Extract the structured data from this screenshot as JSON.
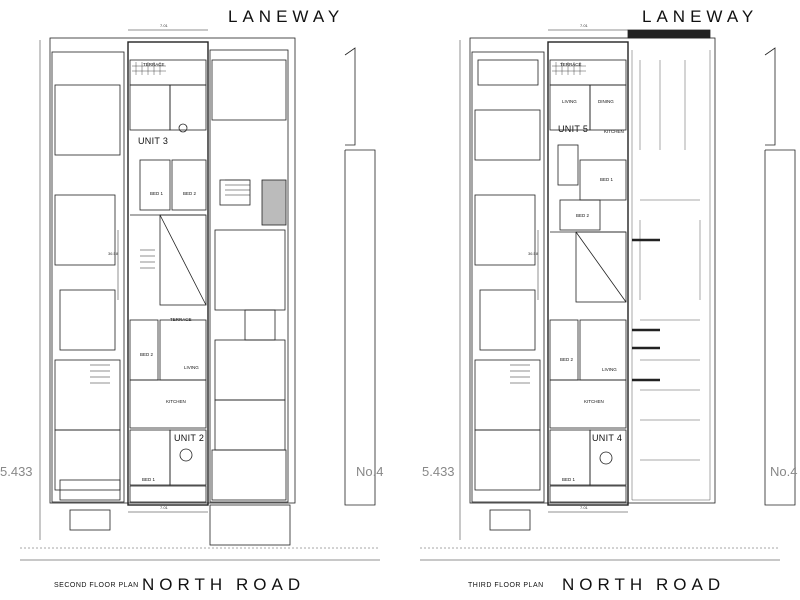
{
  "streets": {
    "top": "LANEWAY",
    "bottom": "NORTH ROAD"
  },
  "plans": [
    {
      "title": "SECOND FLOOR PLAN",
      "bottom_road_left": "NORTH",
      "bottom_road_right": "ROAD",
      "top_street": "LANEWAY",
      "units": [
        "UNIT 3",
        "UNIT 2"
      ],
      "dimension_top": "7.01",
      "dimension_bottom": "7.01",
      "dimension_side": "36.58",
      "neighbour_left": "5.433",
      "neighbour_right": "No.4",
      "rooms": [
        "BED 1",
        "BED 2",
        "BED 2",
        "BED 1",
        "LIVING",
        "KITCHEN",
        "TERRACE",
        "TERRACE"
      ]
    },
    {
      "title": "THIRD FLOOR PLAN",
      "bottom_road_left": "NORTH",
      "bottom_road_right": "ROAD",
      "top_street": "LANEWAY",
      "units": [
        "UNIT 5",
        "UNIT 4"
      ],
      "dimension_top": "7.01",
      "dimension_bottom": "7.01",
      "dimension_side": "36.58",
      "neighbour_left": "5.433",
      "neighbour_right": "No.4",
      "rooms": [
        "LIVING",
        "DINING",
        "KITCHEN",
        "BED 1",
        "BED 2",
        "BED 2",
        "LIVING",
        "KITCHEN",
        "BED 1",
        "TERRACE"
      ]
    }
  ]
}
